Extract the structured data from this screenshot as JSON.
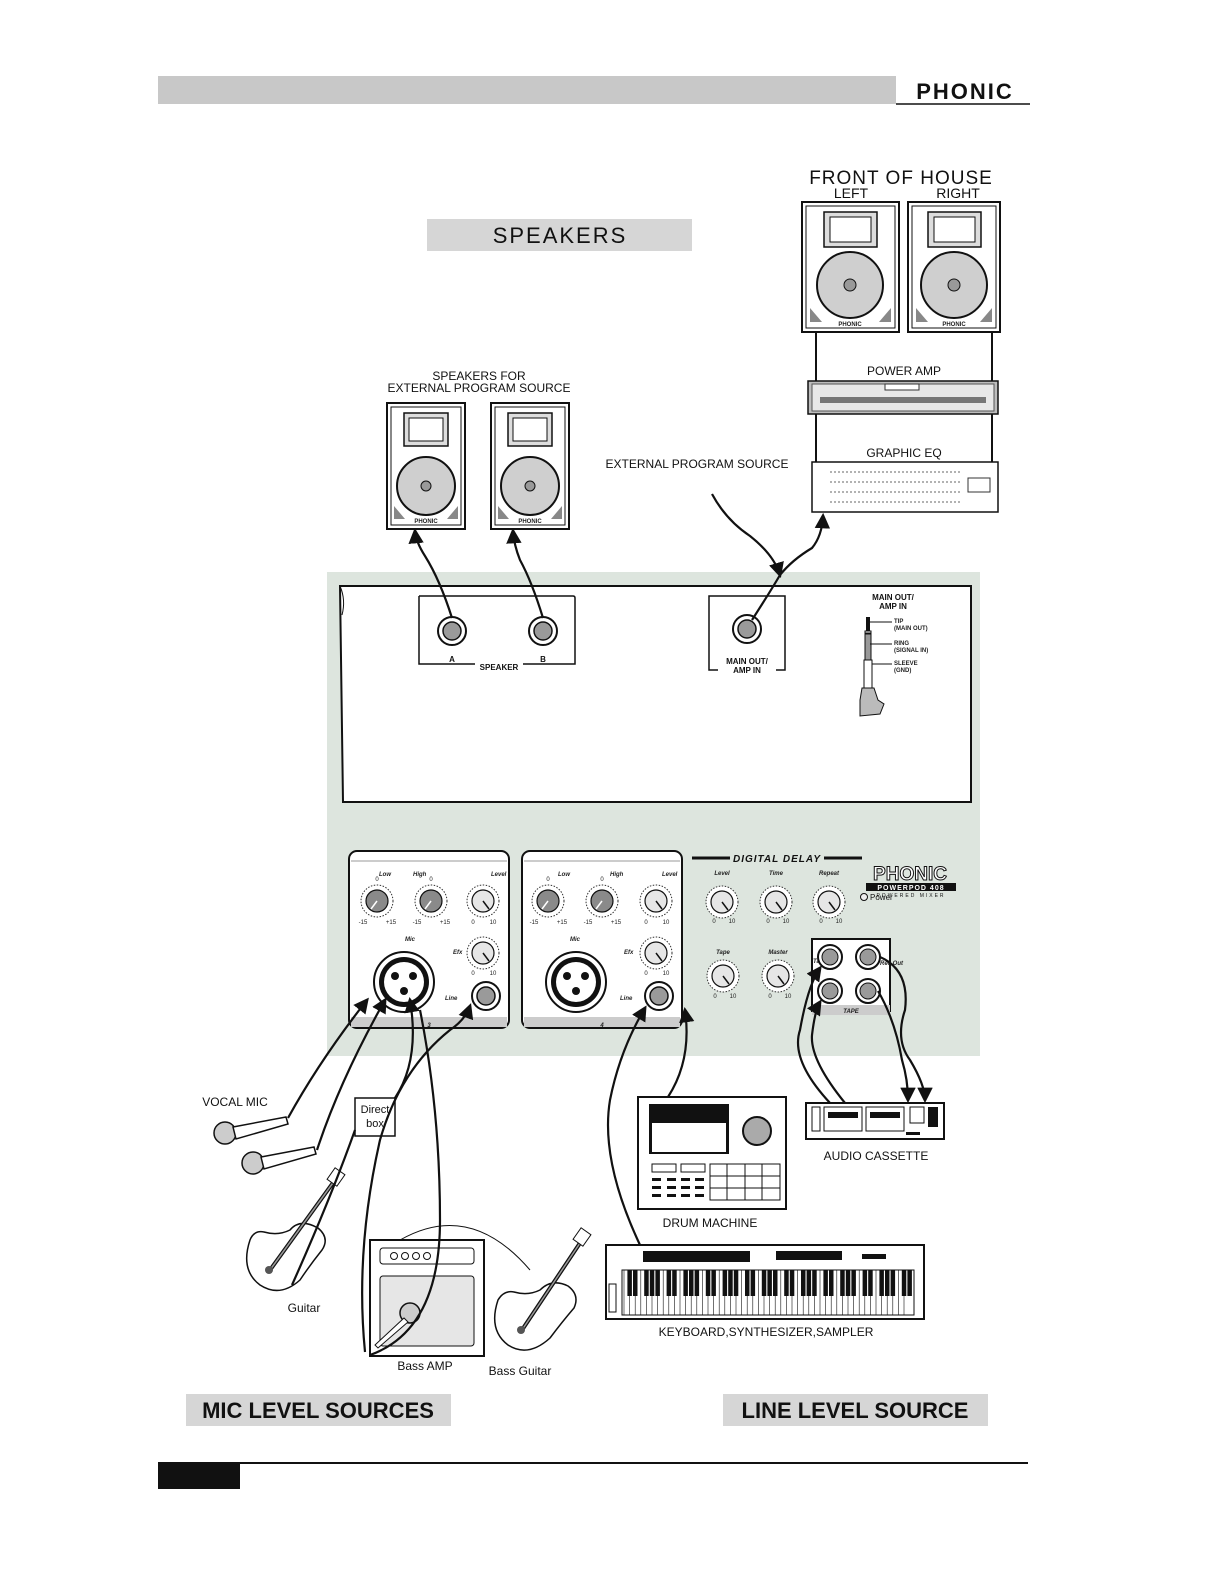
{
  "header": {
    "brand": "PHONIC"
  },
  "titles": {
    "speakers": "SPEAKERS",
    "mic_level_sources": "MIC LEVEL SOURCES",
    "line_level_source": "LINE LEVEL SOURCE"
  },
  "front_of_house": {
    "title": "FRONT OF HOUSE",
    "left": "LEFT",
    "right": "RIGHT",
    "speaker_brand": "PHONIC",
    "power_amp": "POWER AMP",
    "graphic_eq": "GRAPHIC EQ"
  },
  "external": {
    "speakers_label_line1": "SPEAKERS FOR",
    "speakers_label_line2": "EXTERNAL PROGRAM SOURCE",
    "speaker_brand": "PHONIC",
    "source_label": "EXTERNAL PROGRAM SOURCE"
  },
  "rear_panel": {
    "speaker_section": "SPEAKER",
    "jack_a": "A",
    "jack_b": "B",
    "main_out_line1": "MAIN OUT/",
    "main_out_line2": "AMP IN",
    "legend_title_line1": "MAIN OUT/",
    "legend_title_line2": "AMP IN",
    "tip_line1": "TIP",
    "tip_line2": "(MAIN OUT)",
    "ring_line1": "RING",
    "ring_line2": "(SIGNAL IN)",
    "sleeve_line1": "SLEEVE",
    "sleeve_line2": "(GND)"
  },
  "front_panel": {
    "channels": [
      {
        "number": "3",
        "low": "Low",
        "high": "High",
        "level": "Level",
        "mic": "Mic",
        "efx": "Efx",
        "line": "Line",
        "eq_min": "-15",
        "eq_max": "+15",
        "eq_zero": "0",
        "lvl_min": "0",
        "lvl_max": "10"
      },
      {
        "number": "4",
        "low": "Low",
        "high": "High",
        "level": "Level",
        "mic": "Mic",
        "efx": "Efx",
        "line": "Line",
        "eq_min": "-15",
        "eq_max": "+15",
        "eq_zero": "0",
        "lvl_min": "0",
        "lvl_max": "10"
      }
    ],
    "digital_delay": "DIGITAL DELAY",
    "delay_level": "Level",
    "delay_time": "Time",
    "delay_repeat": "Repeat",
    "tape": "Tape",
    "master": "Master",
    "knob_min": "0",
    "knob_max": "10",
    "brand": "PHONIC",
    "model": "POWERPOD 408",
    "model_sub": "POWERED MIXER",
    "power": "Power",
    "tape_in": "Tape In",
    "rec_out": "Rec Out",
    "tape_section": "TAPE"
  },
  "sources": {
    "vocal_mic": "VOCAL MIC",
    "direct_box_line1": "Direct",
    "direct_box_line2": "box",
    "guitar": "Guitar",
    "bass_amp": "Bass AMP",
    "bass_guitar": "Bass Guitar",
    "drum_machine": "DRUM MACHINE",
    "audio_cassette": "AUDIO CASSETTE",
    "keyboard": "KEYBOARD,SYNTHESIZER,SAMPLER"
  },
  "colors": {
    "panel_bg": "#dde5de",
    "header_bar": "#c8c8c8",
    "title_box": "#d6d6d6",
    "ink": "#111111"
  }
}
